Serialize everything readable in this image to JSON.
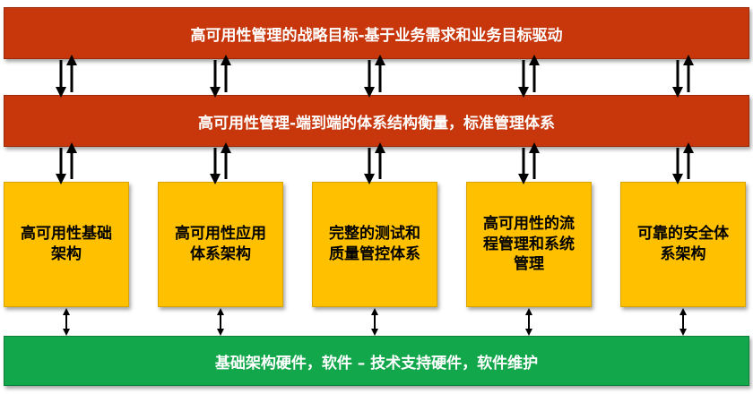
{
  "top_bar": {
    "text": "高可用性管理的战略目标-基于业务需求和业务目标驱动"
  },
  "second_bar": {
    "text": "高可用性管理-端到端的体系结构衡量，标准管理体系"
  },
  "pillars": [
    {
      "line1": "高可用性基础",
      "line2": "架构",
      "line3": ""
    },
    {
      "line1": "高可用性应用",
      "line2": "体系架构",
      "line3": ""
    },
    {
      "line1": "完整的测试和",
      "line2": "质量管控体系",
      "line3": ""
    },
    {
      "line1": "高可用性的流",
      "line2": "程管理和系统",
      "line3": "管理"
    },
    {
      "line1": "可靠的安全体",
      "line2": "系架构",
      "line3": ""
    }
  ],
  "bottom_bar": {
    "text": "基础架构硬件，软件 – 技术支持硬件，软件维护"
  },
  "colors": {
    "red_bar": "#c8370c",
    "pillar": "#ffc000",
    "green_bar": "#12a74a",
    "arrow": "#000000"
  }
}
